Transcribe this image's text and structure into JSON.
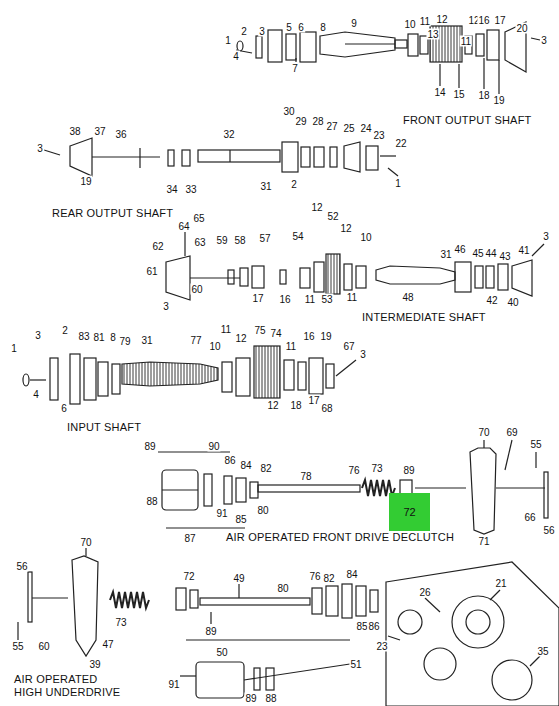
{
  "diagram": {
    "nodes": [
      {
        "text": [
          "72"
        ]
      }
    ],
    "labels": [
      "1",
      "2",
      "3",
      "4",
      "5",
      "6",
      "8",
      "7",
      "9",
      "10",
      "11",
      "12",
      "13",
      "12",
      "11",
      "16",
      "17",
      "20",
      "3",
      "14",
      "15",
      "18",
      "19",
      "FRONT OUTPUT SHAFT",
      "38",
      "37",
      "36",
      "3",
      "19",
      "34",
      "33",
      "32",
      "30",
      "29",
      "28",
      "27",
      "25",
      "24",
      "23",
      "22",
      "31",
      "2",
      "1",
      "REAR OUTPUT SHAFT",
      "64",
      "65",
      "63",
      "62",
      "61",
      "3",
      "60",
      "59",
      "58",
      "57",
      "54",
      "17",
      "16",
      "11",
      "53",
      "12",
      "52",
      "12",
      "10",
      "11",
      "48",
      "31",
      "46",
      "45",
      "44",
      "43",
      "41",
      "3",
      "42",
      "40",
      "INTERMEDIATE SHAFT",
      "1",
      "3",
      "2",
      "83",
      "81",
      "8",
      "79",
      "31",
      "77",
      "4",
      "6",
      "10",
      "12",
      "11",
      "75",
      "74",
      "11",
      "16",
      "19",
      "67",
      "3",
      "12",
      "18",
      "17",
      "68",
      "INPUT SHAFT",
      "89",
      "90",
      "86",
      "84",
      "82",
      "78",
      "76",
      "73",
      "89",
      "70",
      "69",
      "55",
      "88",
      "91",
      "85",
      "80",
      "87",
      "71",
      "66",
      "56",
      "AIR OPERATED FRONT DRIVE DECLUTCH",
      "56",
      "70",
      "55",
      "60",
      "47",
      "39",
      "73",
      "72",
      "49",
      "80",
      "76",
      "82",
      "84",
      "85",
      "86",
      "89",
      "91",
      "50",
      "89",
      "88",
      "51",
      "26",
      "21",
      "23",
      "35",
      "AIR OPERATED HIGH UNDERDRIVE"
    ]
  }
}
